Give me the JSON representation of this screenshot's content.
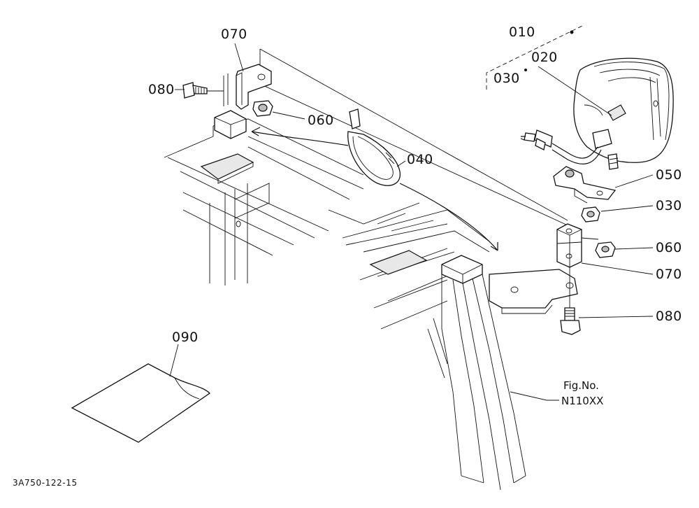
{
  "callouts": {
    "c010": "010",
    "c020": "020",
    "c030_top": "030",
    "c070_top": "070",
    "c080_top": "080",
    "c060_top": "060",
    "c040": "040",
    "c050": "050",
    "c030_right": "030",
    "c060_right": "060",
    "c070_right": "070",
    "c080_right": "080",
    "c090": "090"
  },
  "figure_ref": {
    "line1": "Fig.No.",
    "line2": "N110XX"
  },
  "drawing_code": "3A750-122-15"
}
